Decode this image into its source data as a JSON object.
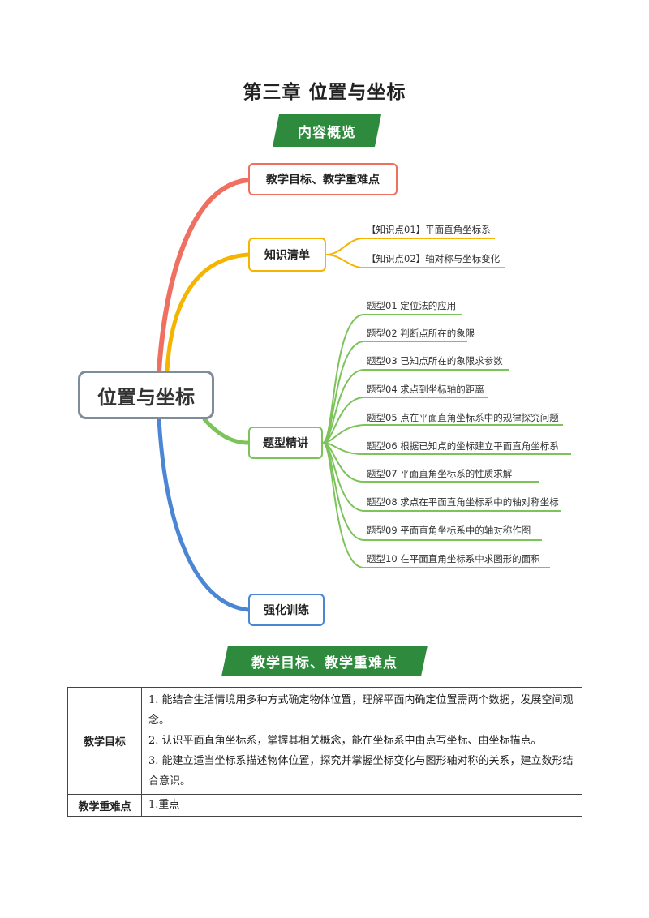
{
  "title": "第三章  位置与坐标",
  "banners": {
    "overview": "内容概览",
    "goals": "教学目标、教学重难点"
  },
  "colors": {
    "banner_green": "#2e8b3e",
    "branch_red": "#ef7060",
    "branch_orange": "#f4b400",
    "branch_green": "#7cc35a",
    "branch_blue": "#4a86d4",
    "root_border": "#7f8c9a"
  },
  "mindmap": {
    "root": "位置与坐标",
    "branches": [
      {
        "label": "教学目标、教学重难点",
        "items": []
      },
      {
        "label": "知识清单",
        "items": [
          "【知识点01】平面直角坐标系",
          "【知识点02】轴对称与坐标变化"
        ]
      },
      {
        "label": "题型精讲",
        "items": [
          "题型01  定位法的应用",
          "题型02  判断点所在的象限",
          "题型03  已知点所在的象限求参数",
          "题型04  求点到坐标轴的距离",
          "题型05  点在平面直角坐标系中的规律探究问题",
          "题型06  根据已知点的坐标建立平面直角坐标系",
          "题型07  平面直角坐标系的性质求解",
          "题型08  求点在平面直角坐标系中的轴对称坐标",
          "题型09  平面直角坐标系中的轴对称作图",
          "题型10  在平面直角坐标系中求图形的面积"
        ]
      },
      {
        "label": "强化训练",
        "items": []
      }
    ]
  },
  "goals_table": {
    "row1_head": "教学目标",
    "row1_items": [
      "1.   能结合生活情境用多种方式确定物体位置，理解平面内确定位置需两个数据，发展空间观念。",
      "2.   认识平面直角坐标系，掌握其相关概念，能在坐标系中由点写坐标、由坐标描点。",
      "3.   能建立适当坐标系描述物体位置，探究并掌握坐标变化与图形轴对称的关系，建立数形结合意识。"
    ],
    "row2_head": "教学重难点",
    "row2_text": "1.重点"
  }
}
